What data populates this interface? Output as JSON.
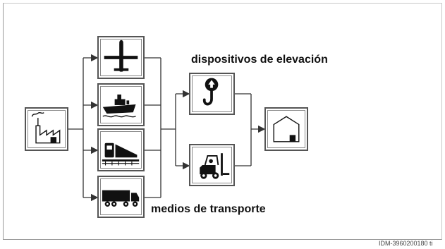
{
  "labels": {
    "lifting_devices": "dispositivos de elevación",
    "transport_means": "medios de transporte"
  },
  "reference_code": "IDM-3960200180 ti",
  "icons": {
    "source": "factory-icon",
    "transport": [
      "airplane-icon",
      "ship-icon",
      "train-icon",
      "truck-icon"
    ],
    "lifting": [
      "crane-hook-icon",
      "forklift-icon"
    ],
    "destination": "warehouse-icon"
  },
  "colors": {
    "line": "#333333",
    "icon": "#111111",
    "border": "#555555"
  }
}
